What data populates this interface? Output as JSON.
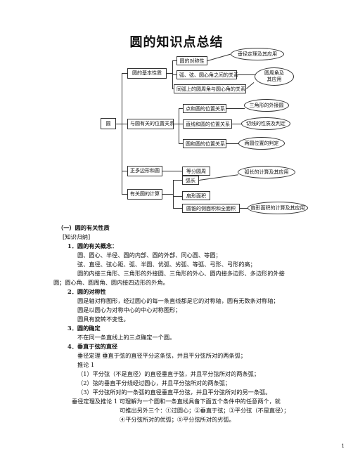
{
  "title": "圆的知识点总结",
  "map": {
    "root": "圆",
    "branch1": "圆的基本性质",
    "branch1_items": [
      "圆的对称性",
      "弧、弦、圆心角之间的关系",
      "同弧上的圆周角与圆心角的关系"
    ],
    "branch1_notes": [
      "垂径定理及其应用",
      "圆周角及\n其应用"
    ],
    "branch2": "与圆有关的位置关系",
    "branch2_items": [
      "点和圆的位置关系",
      "直线和圆的位置关系",
      "圆和圆的位置关系"
    ],
    "branch2_notes": [
      "三角形的外接圆",
      "切线的性质及判定",
      "两圆位置的判定"
    ],
    "branch3": "正多边形和圆",
    "branch4": "有关圆的计算",
    "branch34_items": [
      "等分圆周",
      "弧长",
      "扇形面积",
      "圆锥的侧面积和全面积"
    ],
    "branch34_notes": [
      "弧长的计算及其应用",
      "扇形面积的计算及其应用"
    ]
  },
  "content": {
    "section": "（一）圆的有关性质",
    "bracket": "[知识归纳]",
    "h1": "1．圆的有关概念：",
    "p1a": "圆、圆心、半径、圆的内部、圆的外部、同心圆、等圆；",
    "p1b": "弦、直径、弦心距、弧、半圆、优弧、劣弧、等弧、弓形、弓形的高；",
    "p1c": "圆的内接三角形、三角形的外接圆、三角形的外心、圆内接多边形、多边形的外接",
    "p1d": "圆；圆心角、圆周角、圆内接四边形的外角。",
    "h2": "2．圆的对称性",
    "p2a": "圆是轴对称图形，经过圆心的每一条直线都是它的对称轴，圆有无数条对称轴；",
    "p2b": "圆是以圆心为对称中心的中心对称图形；",
    "p2c": "圆具有旋转不变性。",
    "h3": "3．圆的确定",
    "p3a": "不在同一条直线上的三点确定一个圆。",
    "h4": "4．垂直于弦的直径",
    "p4a": "垂径定理  垂直于弦的直径平分这条弦，并且平分弦所对的两条弧；",
    "p4b": "推论 1",
    "p4c": "（1）平分弦（不是直径）的直径垂直于弦，并且平分弦所对的两条弧；",
    "p4d": "（2）弦的垂直平分线经过圆心，并且平分弦所对的两条弧；",
    "p4e": "（3）平分弦所对的一条弧的直径垂直平分弦，并且平分弦所对的另一条弧。",
    "p4f": "垂径定理及推论 1 可理解为一个圆和一条直线具备下面五个条件中的任意两个，就",
    "p4g": "可推出另外三个：①过圆心；②垂直于弦；③平分弦（不是直径）；",
    "p4h": "④平分弦所对的优弧；⑤平分弦所对的劣弧。"
  },
  "page_number": "1"
}
